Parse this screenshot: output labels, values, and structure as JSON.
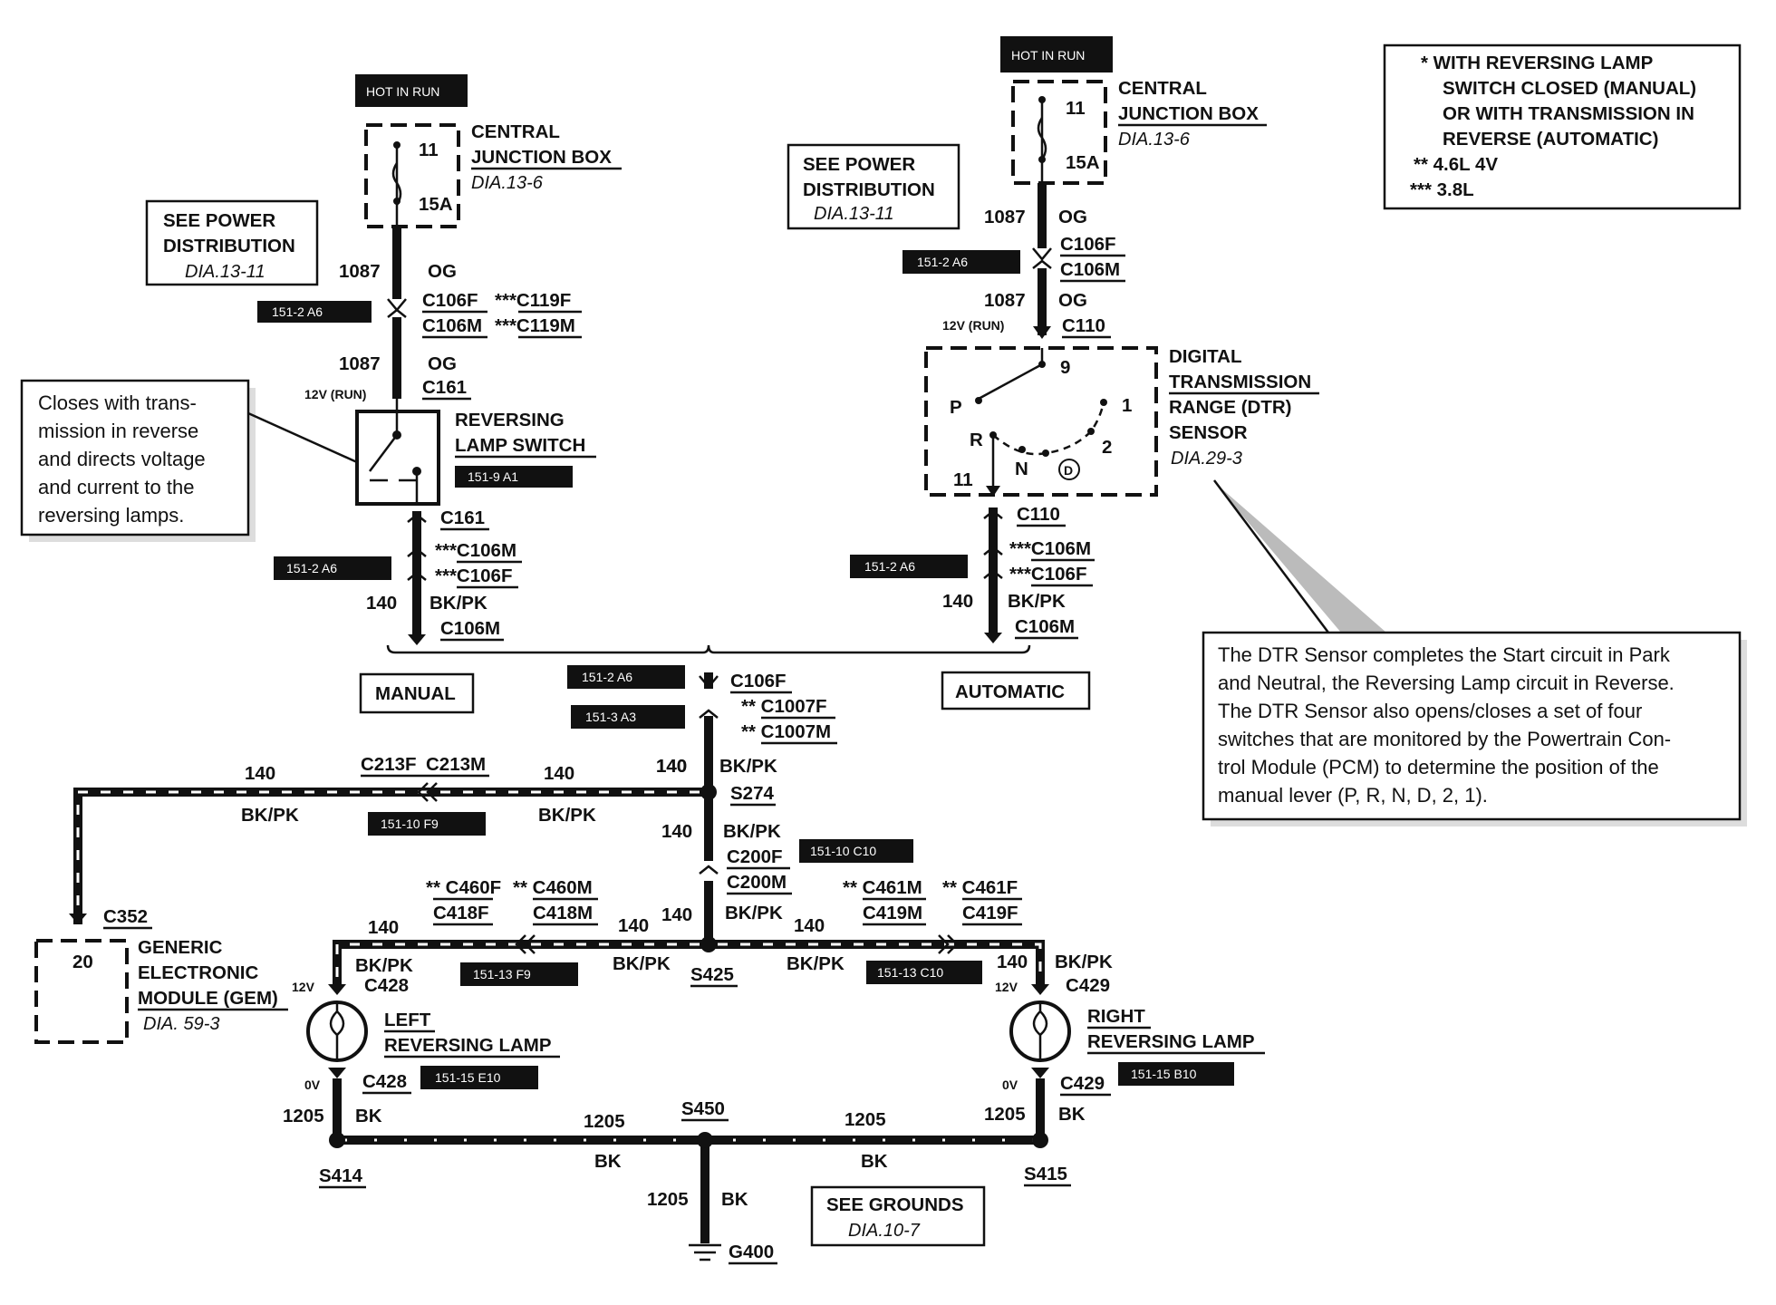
{
  "legend": {
    "l1": "* WITH REVERSING LAMP",
    "l2": "SWITCH CLOSED (MANUAL)",
    "l3": "OR WITH TRANSMISSION IN",
    "l4": "REVERSE (AUTOMATIC)",
    "l5": "** 4.6L 4V",
    "l6": "*** 3.8L"
  },
  "hot_in_run": "HOT IN RUN",
  "cjb": {
    "title1": "CENTRAL",
    "title2": "JUNCTION BOX",
    "ref": "DIA.13-6",
    "fuse": "11",
    "rating": "15A"
  },
  "power": {
    "l1": "SEE POWER",
    "l2": "DISTRIBUTION",
    "ref": "DIA.13-11"
  },
  "circuits": {
    "c1087": "1087",
    "og": "OG",
    "c140": "140",
    "bkpk": "BK/PK",
    "c1205": "1205",
    "bk": "BK",
    "v12run": "12V (RUN)",
    "v12": "12V",
    "v0": "0V"
  },
  "connectors": {
    "c106f": "C106F",
    "c106m": "C106M",
    "c119f": "***C119F",
    "c119m": "***C119M",
    "c161": "C161",
    "c110": "C110",
    "c106m3": "***C106M",
    "c106f3": "***C106F",
    "c1007f": "** C1007F",
    "c1007m": "** C1007M",
    "s274": "S274",
    "c213f": "C213F",
    "c213m": "C213M",
    "c200f": "C200F",
    "c200m": "C200M",
    "s425": "S425",
    "c460f": "** C460F",
    "c460m": "** C460M",
    "c418f": "C418F",
    "c418m": "C418M",
    "c461m": "** C461M",
    "c461f": "** C461F",
    "c419m": "C419M",
    "c419f": "C419F",
    "c428": "C428",
    "c429": "C429",
    "c352": "C352",
    "s414": "S414",
    "s415": "S415",
    "s450": "S450",
    "g400": "G400"
  },
  "tags": {
    "t_a6": "151-2 A6",
    "t_a1": "151-9 A1",
    "t_a3": "151-3 A3",
    "t_f9a": "151-10 F9",
    "t_c10a": "151-10 C10",
    "t_f9b": "151-13 F9",
    "t_c10b": "151-13 C10",
    "t_e10": "151-15 E10",
    "t_b10": "151-15 B10"
  },
  "rls": {
    "t1": "REVERSING",
    "t2": "LAMP SWITCH"
  },
  "dtr": {
    "t1": "DIGITAL",
    "t2": "TRANSMISSION",
    "t3": "RANGE (DTR)",
    "t4": "SENSOR",
    "ref": "DIA.29-3",
    "p": "P",
    "r": "R",
    "n": "N",
    "d": "D",
    "two": "2",
    "one": "1",
    "pin9": "9",
    "pin11": "11"
  },
  "callout_left": {
    "l1": "Closes with trans-",
    "l2": "mission in reverse",
    "l3": "and directs voltage",
    "l4": "and current to the",
    "l5": "reversing lamps."
  },
  "callout_right": {
    "l1": "The DTR Sensor completes the Start circuit in Park",
    "l2": "and Neutral, the Reversing Lamp circuit in Reverse.",
    "l3": "The DTR Sensor also opens/closes a set of four",
    "l4": "switches that are monitored by the Powertrain Con-",
    "l5": "trol Module (PCM) to determine the position of the",
    "l6": "manual lever (P, R, N, D, 2, 1)."
  },
  "manual": "MANUAL",
  "automatic": "AUTOMATIC",
  "gem": {
    "pin": "20",
    "t1": "GENERIC",
    "t2": "ELECTRONIC",
    "t3": "MODULE (GEM)",
    "ref": "DIA. 59-3"
  },
  "left_lamp": {
    "t1": "LEFT",
    "t2": "REVERSING LAMP"
  },
  "right_lamp": {
    "t1": "RIGHT",
    "t2": "REVERSING LAMP"
  },
  "grounds": {
    "l1": "SEE GROUNDS",
    "ref": "DIA.10-7"
  }
}
